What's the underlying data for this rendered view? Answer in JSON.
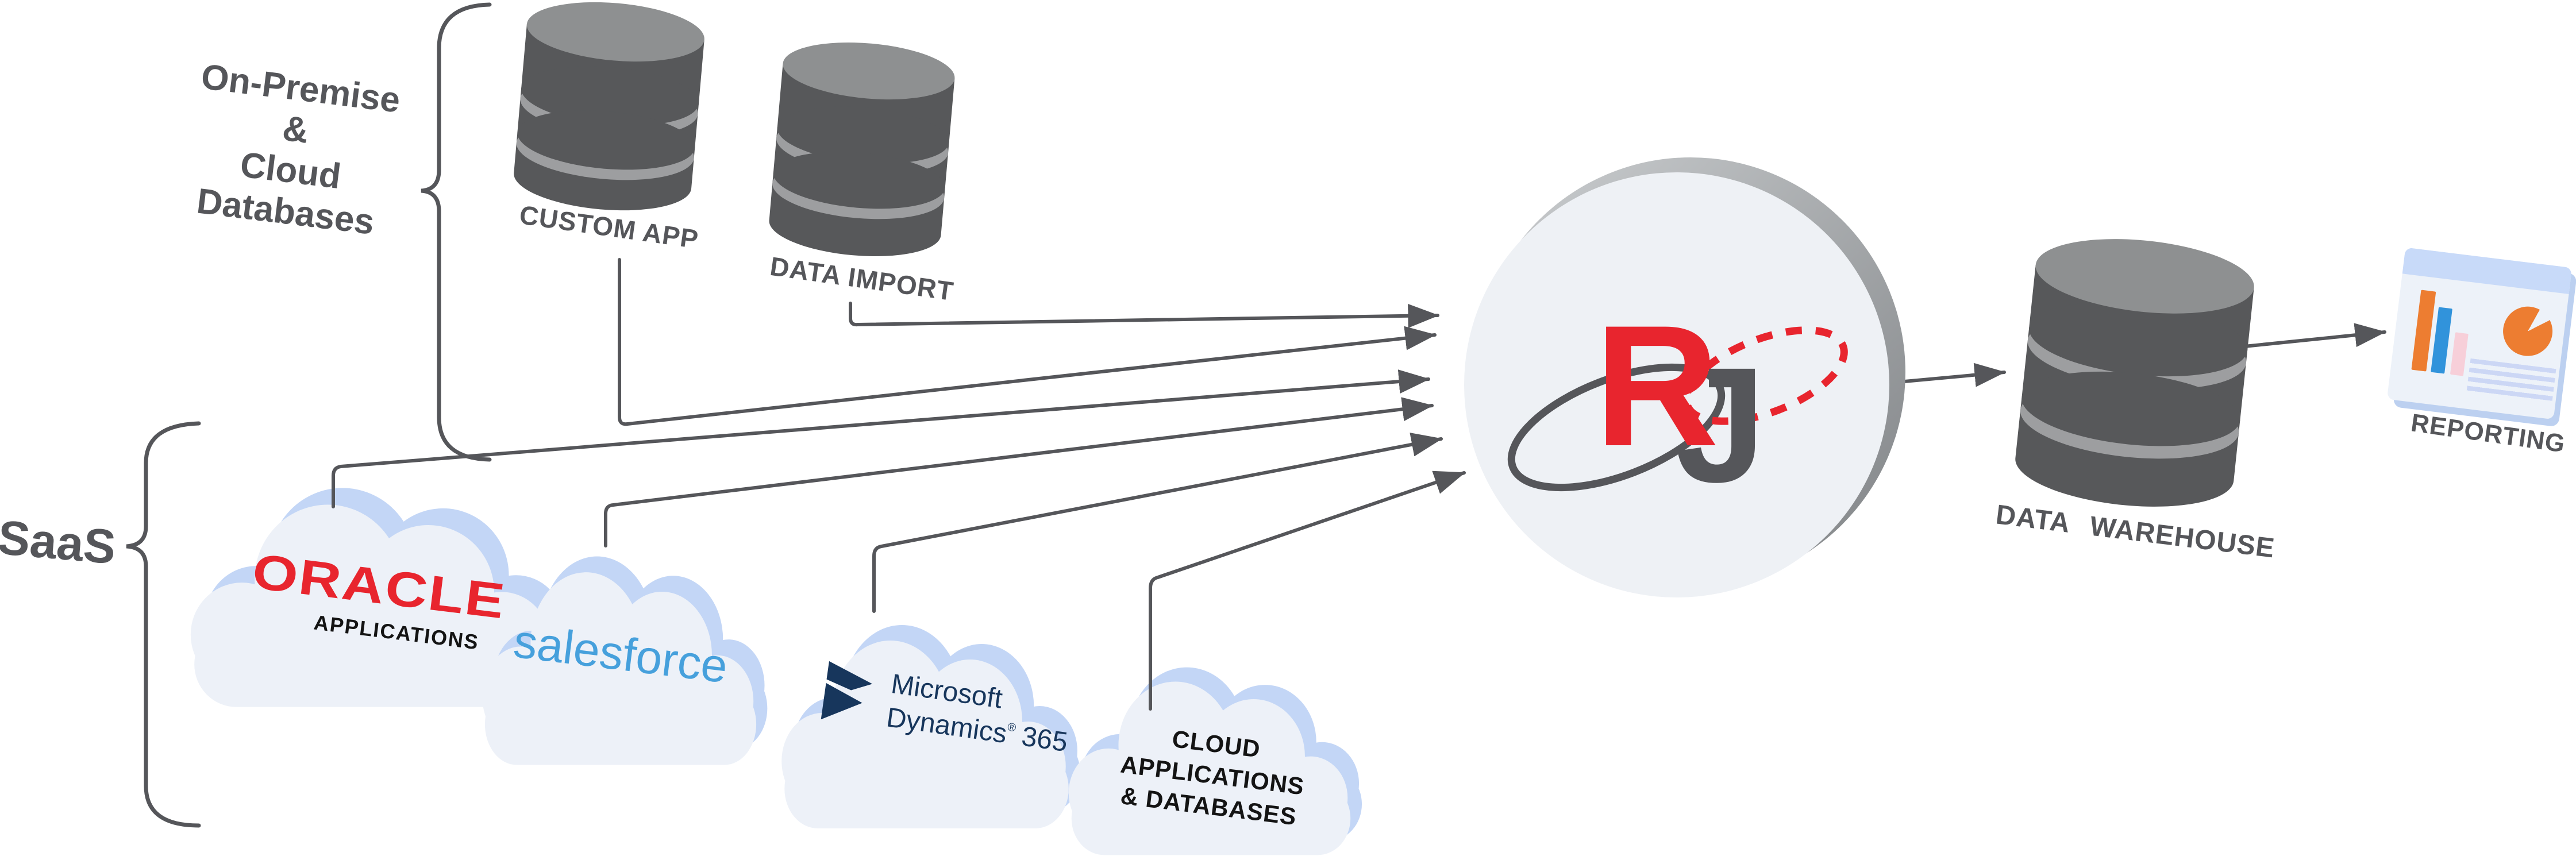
{
  "groups": {
    "on_premise": {
      "lines": [
        "On-Premise",
        "&",
        "Cloud",
        "Databases"
      ]
    },
    "saas": {
      "label": "SaaS"
    }
  },
  "sources": {
    "custom_app": {
      "label": "CUSTOM APP"
    },
    "data_import": {
      "label": "DATA IMPORT"
    },
    "oracle": {
      "brand": "ORACLE",
      "sub": "APPLICATIONS"
    },
    "salesforce": {
      "brand": "salesforce"
    },
    "dynamics": {
      "line1": "Microsoft",
      "line2": "Dynamics",
      "reg": "®",
      "line3": "365"
    },
    "cloud_apps": {
      "lines": [
        "CLOUD",
        "APPLICATIONS",
        "& DATABASES"
      ]
    }
  },
  "hub": {
    "letter_r": "R",
    "letter_j": "J"
  },
  "warehouse": {
    "label": "DATA WAREHOUSE"
  },
  "reporting": {
    "label": "REPORTING"
  },
  "icons": {
    "database": "database-cylinder-icon",
    "cloud": "cloud-icon",
    "hub": "rj-logo-sphere-icon",
    "reporting": "report-dashboard-icon",
    "arrow": "flow-arrow-icon",
    "brace": "curly-brace-icon"
  },
  "colors": {
    "label_gray": "#55565A",
    "accent_red": "#E8252E",
    "navy": "#17365C",
    "salesforce_blue": "#46A0DC",
    "cloud_front": "#EDF1F8",
    "cloud_back": "#C3D6F6",
    "cylinder_body": "#57585A",
    "cylinder_top": "#8E9091",
    "cylinder_band": "#9D9EA0",
    "hub_fill": "#EEF1F5",
    "chart_orange": "#ED7D31",
    "chart_blue": "#3193DB",
    "chart_pink": "#F7CFD9",
    "card_header": "#C8DAF9"
  }
}
